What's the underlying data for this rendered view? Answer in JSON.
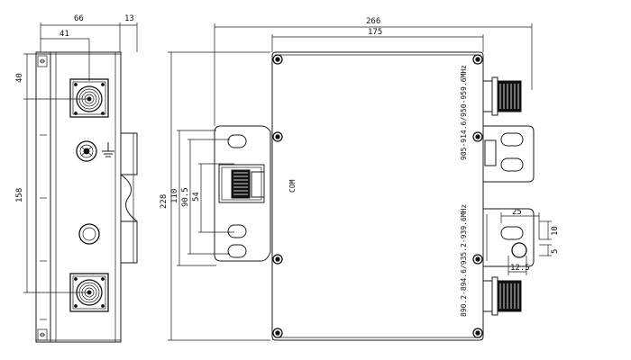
{
  "dimensions": {
    "side_width": "66",
    "side_depth": "13",
    "side_offset": "41",
    "side_top": "40",
    "side_pitch": "158",
    "front_width": "266",
    "front_inner_width": "175",
    "front_height": "228",
    "bracket_outer": "110",
    "bracket_mid": "90.5",
    "bracket_inner": "54",
    "mount_width": "25",
    "mount_height": "10",
    "mount_slot": "5",
    "mount_gap": "12.5"
  },
  "labels": {
    "port_com": "COM",
    "port_upper": "905-914.6/950-959.6MHz",
    "port_lower": "890.2-894.6/935.2-939.6MHz"
  },
  "icons": {
    "ground": "ground-symbol-icon",
    "connector": "n-type-connector-icon",
    "screw": "screw-head-icon"
  }
}
